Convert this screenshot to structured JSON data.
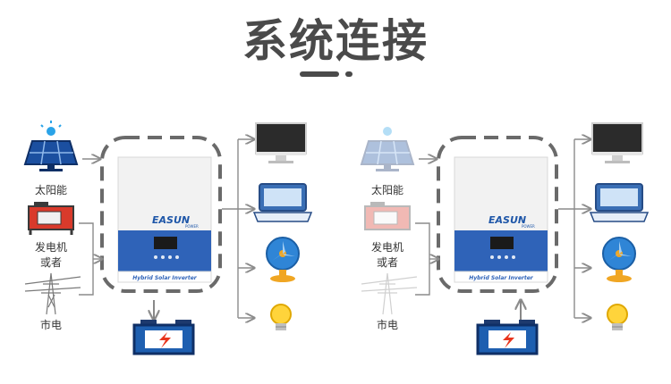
{
  "title": "系统连接",
  "inverter": {
    "brand_main": "EASUN",
    "brand_sub": "POWER",
    "model": "Hybrid Solar Inverter"
  },
  "sources": {
    "solar": "太阳能",
    "generator_line1": "发电机",
    "generator_line2": "或者",
    "grid": "市电"
  },
  "panels": [
    {
      "mode": "charge-from-sources",
      "solar_active": true,
      "battery_direction": "charge"
    },
    {
      "mode": "supply-from-battery",
      "solar_active": false,
      "battery_direction": "discharge"
    }
  ],
  "loads": [
    "monitor-icon",
    "laptop-icon",
    "fan-icon",
    "bulb-icon"
  ],
  "colors": {
    "title": "#4a4a4a",
    "dashed_frame": "#6a6a6a",
    "arrow": "#8c8c8c",
    "inverter_panel": "#2f63b8",
    "battery_body": "#1e5fb0",
    "battery_bolt": "#e8341c"
  }
}
